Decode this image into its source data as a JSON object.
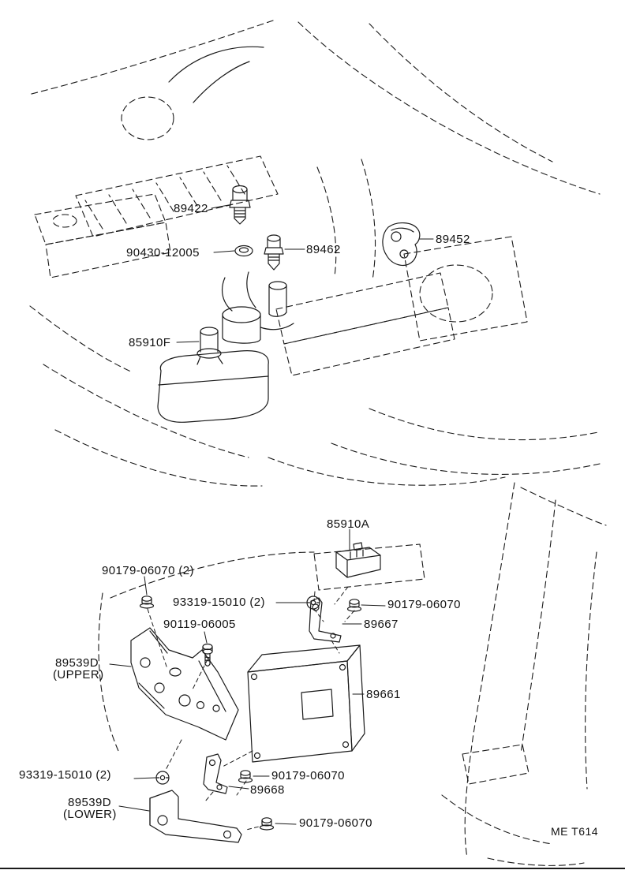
{
  "page": {
    "drawing_code": "ME T614",
    "background": "#ffffff",
    "ink_color": "#1a1a1a"
  },
  "labels": {
    "p89422": "89422",
    "p90430_12005": "90430-12005",
    "p89462": "89462",
    "p89452": "89452",
    "p85910F": "85910F",
    "p85910A": "85910A",
    "p90179_top": "90179-06070 (2)",
    "p93319_top": "93319-15010 (2)",
    "p90179_right": "90179-06070",
    "p90119_06005": "90119-06005",
    "p89667": "89667",
    "p89539D_upper_line1": "89539D",
    "p89539D_upper_line2": "(UPPER)",
    "p89661": "89661",
    "p93319_bottom": "93319-15010 (2)",
    "p90179_mid": "90179-06070",
    "p89668": "89668",
    "p89539D_lower_line1": "89539D",
    "p89539D_lower_line2": "(LOWER)",
    "p90179_bottom": "90179-06070"
  }
}
